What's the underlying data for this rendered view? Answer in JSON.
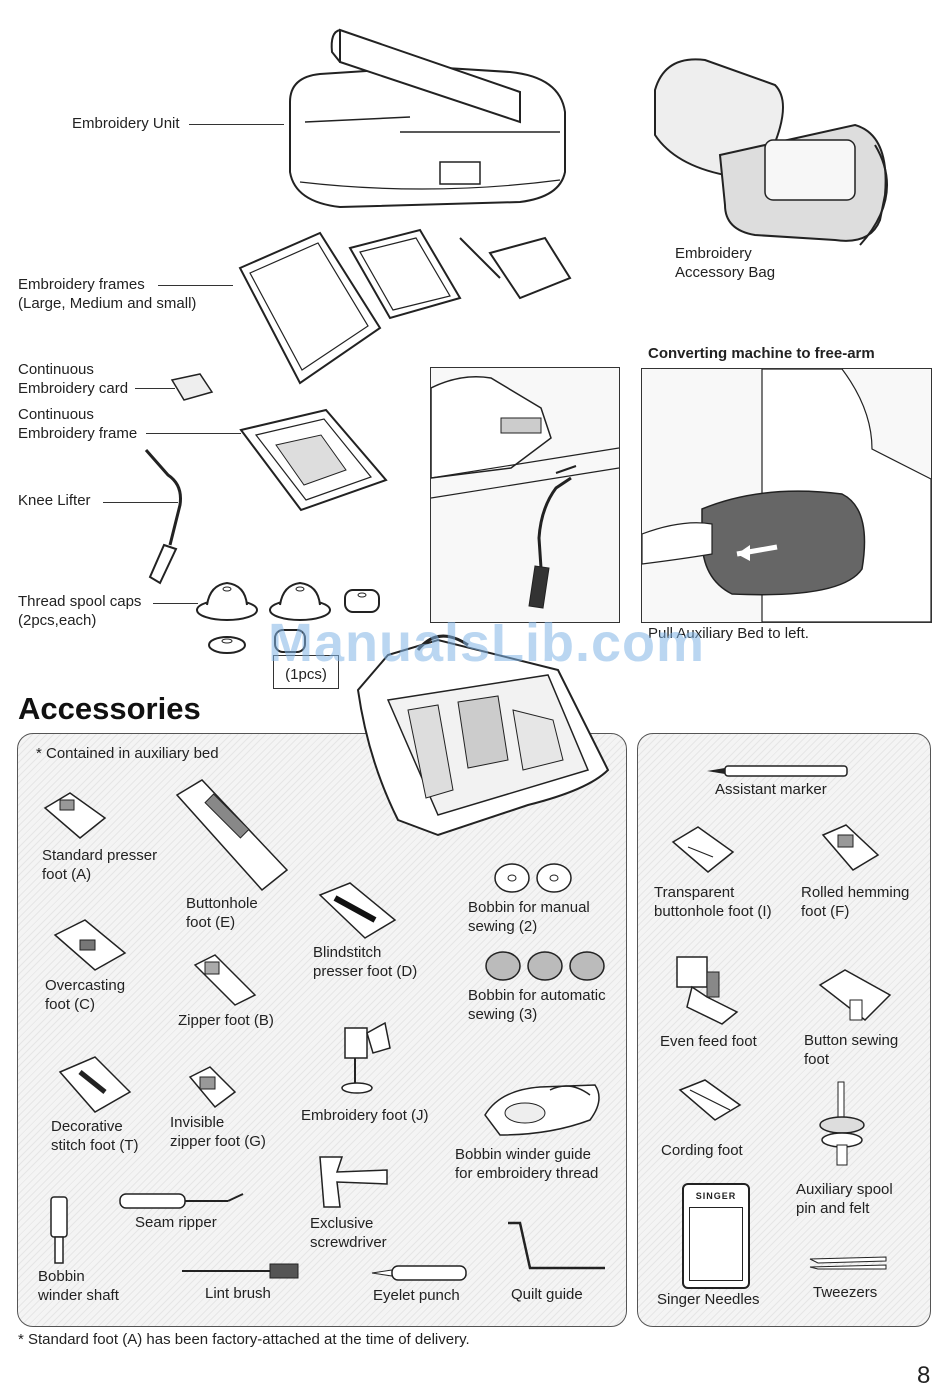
{
  "top": {
    "embroidery_unit": "Embroidery Unit",
    "accessory_bag": "Embroidery\nAccessory Bag",
    "frames": "Embroidery frames\n(Large, Medium and small)",
    "card": "Continuous\nEmbroidery card",
    "cont_frame": "Continuous\nEmbroidery frame",
    "knee_lifter": "Knee Lifter",
    "spool_caps": "Thread spool caps\n(2pcs,each)",
    "one_pc": "(1pcs)",
    "free_arm_title": "Converting machine to free-arm",
    "pull_caption": "Pull Auxiliary Bed to left."
  },
  "watermark": "ManualsLib.com",
  "accessories": {
    "heading": "Accessories",
    "note": "* Contained in auxiliary bed",
    "standard_foot": "Standard presser\nfoot (A)",
    "buttonhole_foot": "Buttonhole\nfoot (E)",
    "blindstitch": "Blindstitch\npresser foot (D)",
    "bobbin_manual": "Bobbin for manual\nsewing (2)",
    "overcasting": "Overcasting\nfoot (C)",
    "zipper": "Zipper foot (B)",
    "bobbin_auto": "Bobbin for automatic\nsewing (3)",
    "decorative": "Decorative\nstitch foot (T)",
    "invisible_zipper": "Invisible\nzipper foot (G)",
    "embroidery_foot": "Embroidery foot (J)",
    "winder_guide": "Bobbin winder guide\nfor embroidery thread",
    "seam_ripper": "Seam ripper",
    "screwdriver": "Exclusive\nscrewdriver",
    "winder_shaft": "Bobbin\nwinder shaft",
    "lint_brush": "Lint brush",
    "eyelet_punch": "Eyelet punch",
    "quilt_guide": "Quilt guide"
  },
  "right_panel": {
    "marker": "Assistant marker",
    "transparent": "Transparent\nbuttonhole foot (I)",
    "rolled": "Rolled hemming\nfoot (F)",
    "even_feed": "Even feed foot",
    "button_sewing": "Button sewing\nfoot",
    "cording": "Cording foot",
    "aux_spool": "Auxiliary spool\npin and felt",
    "needles": "Singer Needles",
    "needles_brand": "SINGER",
    "tweezers": "Tweezers"
  },
  "footnote": "* Standard foot (A) has been factory-attached at the time of delivery.",
  "page_number": "8"
}
